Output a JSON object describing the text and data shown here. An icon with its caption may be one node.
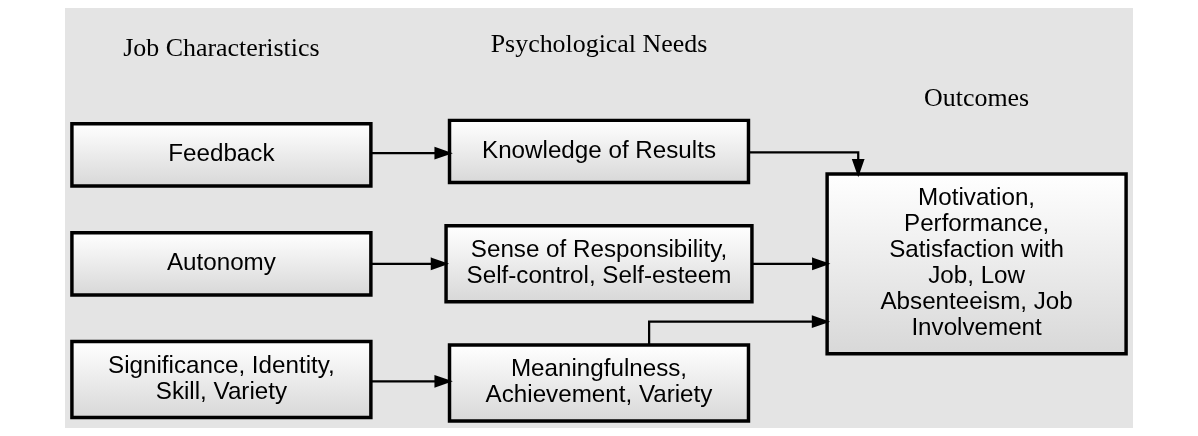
{
  "diagram": {
    "nodes": [
      {
        "text": [
          "Feedback"
        ]
      },
      {
        "text": [
          "Autonomy"
        ]
      },
      {
        "text": [
          "Significance, Identity, Skill, Variety"
        ]
      },
      {
        "text": [
          "Knowledge of Results"
        ]
      },
      {
        "text": [
          "Sense of Responsibility, Self-control, Self-esteem"
        ]
      },
      {
        "text": [
          "Meaningfulness, Achievement, Variety"
        ]
      },
      {
        "text": [
          "Motivation, Performance, Satisfaction with Job, Low Absenteeism, Job Involvement"
        ]
      }
    ],
    "edges": [
      {
        "from": 0,
        "to": 3,
        "arrow": "to"
      },
      {
        "from": 1,
        "to": 4,
        "arrow": "to"
      },
      {
        "from": 2,
        "to": 5,
        "arrow": "to"
      },
      {
        "from": 3,
        "to": 6,
        "arrow": "to"
      },
      {
        "from": 4,
        "to": 6,
        "arrow": "to"
      },
      {
        "from": 5,
        "to": 6,
        "arrow": "to"
      }
    ],
    "labels": [
      "Job Characteristics",
      "Psychological Needs",
      "Outcomes"
    ]
  }
}
